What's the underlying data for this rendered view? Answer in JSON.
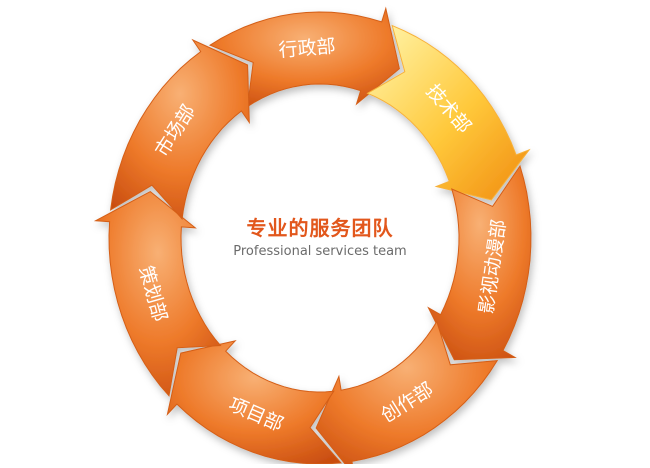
{
  "center": {
    "title": "专业的服务团队",
    "subtitle": "Professional services team"
  },
  "segments": [
    {
      "label": "行政部",
      "color": "orange"
    },
    {
      "label": "技术部",
      "color": "yellow"
    },
    {
      "label": "影视动漫部",
      "color": "orange"
    },
    {
      "label": "创作部",
      "color": "orange"
    },
    {
      "label": "项目部",
      "color": "orange"
    },
    {
      "label": "策划部",
      "color": "orange"
    },
    {
      "label": "市场部",
      "color": "orange"
    }
  ],
  "colors": {
    "orange_light": "#f6a15a",
    "orange_mid": "#ee7a2a",
    "orange_dark": "#c94d10",
    "yellow_light": "#fff3a0",
    "yellow_dark": "#f0a020",
    "title": "#e2571c",
    "subtitle": "#6b6b6b"
  }
}
